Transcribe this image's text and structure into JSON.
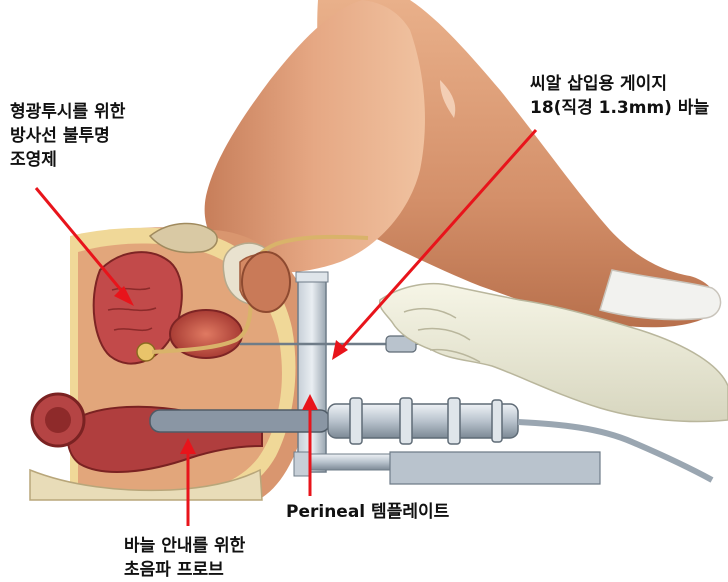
{
  "labels": {
    "contrast": {
      "lines": [
        "형광투시를 위한",
        "방사선 불투명",
        "조영제"
      ]
    },
    "needle": {
      "lines": [
        "씨알 삽입용 게이지",
        "18(직경 1.3mm) 바늘"
      ]
    },
    "template": {
      "text": "Perineal 템플레이트"
    },
    "probe": {
      "lines": [
        "바늘 안내를 위한",
        "초음파 프로브"
      ]
    }
  },
  "colors": {
    "arrow": "#e8141b",
    "skin": "#e0a27a",
    "skin_shadow": "#b56c48",
    "tissue": "#c84a46",
    "tissue_dark": "#8e2a2a",
    "fat": "#f0d898",
    "glove": "#ecebd6",
    "metal": "#b8c2cc",
    "metal_dark": "#6f7c88",
    "probe": "#8a96a4"
  }
}
